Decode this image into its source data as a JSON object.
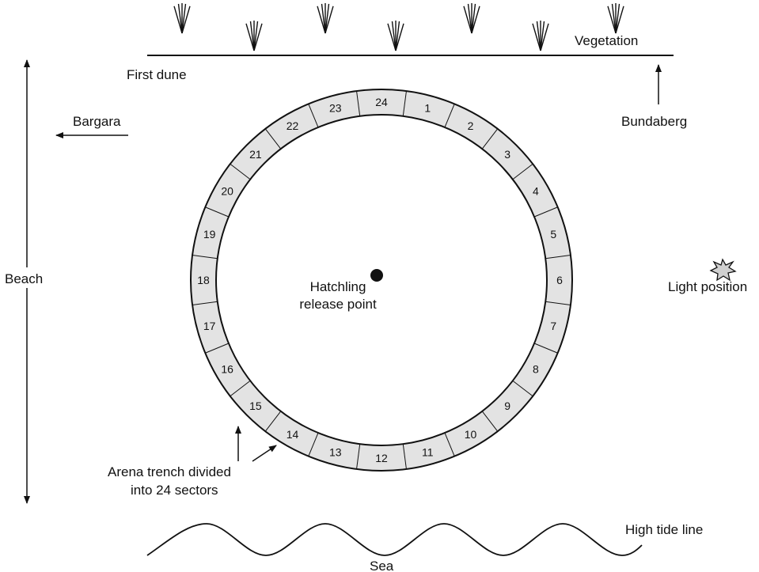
{
  "labels": {
    "vegetation": "Vegetation",
    "first_dune": "First dune",
    "bargara": "Bargara",
    "bundaberg": "Bundaberg",
    "beach": "Beach",
    "light_position": "Light position",
    "release_line1": "Hatchling",
    "release_line2": "release point",
    "trench_line1": "Arena trench divided",
    "trench_line2": "into 24 sectors",
    "high_tide": "High tide line",
    "sea": "Sea"
  },
  "arena": {
    "sector_count": 24,
    "sector_labels": [
      "1",
      "2",
      "3",
      "4",
      "5",
      "6",
      "7",
      "8",
      "9",
      "10",
      "11",
      "12",
      "13",
      "14",
      "15",
      "16",
      "17",
      "18",
      "19",
      "20",
      "21",
      "22",
      "23",
      "24"
    ]
  },
  "colors": {
    "trench_fill": "#e3e3e3",
    "line": "#111111",
    "light_fill": "#d0d0d0"
  },
  "icons": [
    "vegetation-tuft-icon",
    "light-burst-icon",
    "release-point-dot"
  ]
}
